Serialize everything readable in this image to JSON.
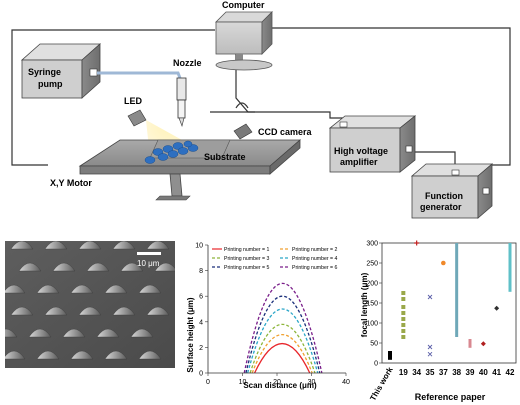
{
  "setup": {
    "computer": "Computer",
    "syringe_pump": [
      "Syringe",
      "pump"
    ],
    "nozzle": "Nozzle",
    "led": "LED",
    "ccd_camera": "CCD camera",
    "substrate": "Substrate",
    "xy_motor": "X,Y Motor",
    "hv_amplifier": [
      "High voltage",
      "amplifier"
    ],
    "function_generator": [
      "Function",
      "generator"
    ]
  },
  "sem": {
    "scale_bar": "10 μm"
  },
  "chart_data": [
    {
      "type": "line",
      "xlabel": "Scan distance (μm)",
      "ylabel": "Surface height (μm)",
      "xlim": [
        0,
        40
      ],
      "ylim": [
        0,
        10
      ],
      "xticks": [
        "0",
        "10",
        "20",
        "30",
        "40"
      ],
      "yticks": [
        "0",
        "2",
        "4",
        "6",
        "8",
        "10"
      ],
      "legend_position": "top",
      "series": [
        {
          "name": "Printing number = 1",
          "color": "#e8262b",
          "dash": "solid",
          "x": [
            13.5,
            21.5,
            29.5
          ],
          "peak": 2.3
        },
        {
          "name": "Printing number = 2",
          "color": "#f0a030",
          "dash": "dash",
          "x": [
            12.8,
            21.5,
            30.2
          ],
          "peak": 3.0
        },
        {
          "name": "Printing number = 3",
          "color": "#8db53a",
          "dash": "dash",
          "x": [
            12.2,
            21.5,
            31.0
          ],
          "peak": 3.8
        },
        {
          "name": "Printing number = 4",
          "color": "#2aa6c8",
          "dash": "dash",
          "x": [
            11.5,
            21.5,
            31.8
          ],
          "peak": 5.0
        },
        {
          "name": "Printing number = 5",
          "color": "#1a2f7a",
          "dash": "dash",
          "x": [
            11.0,
            21.5,
            32.4
          ],
          "peak": 6.0
        },
        {
          "name": "Printing number = 6",
          "color": "#7a1f8a",
          "dash": "dash",
          "x": [
            10.5,
            21.5,
            33.0
          ],
          "peak": 7.0
        }
      ]
    },
    {
      "type": "scatter",
      "xlabel": "Reference paper",
      "ylabel": "focal length (μm)",
      "ylim": [
        0,
        300
      ],
      "yticks": [
        "0",
        "50",
        "100",
        "150",
        "200",
        "250",
        "300"
      ],
      "categories": [
        "This work",
        "19",
        "34",
        "35",
        "37",
        "38",
        "39",
        "40",
        "41",
        "42"
      ],
      "points": [
        {
          "cat": 0,
          "marker": "square",
          "color": "#000000",
          "ys": [
            13,
            16,
            19,
            22,
            25
          ]
        },
        {
          "cat": 1,
          "marker": "square",
          "color": "#9aa84a",
          "ys": [
            65,
            80,
            95,
            110,
            125,
            140,
            160,
            175
          ]
        },
        {
          "cat": 2,
          "marker": "star",
          "color": "#c02020",
          "ys": [
            300
          ]
        },
        {
          "cat": 3,
          "marker": "x",
          "color": "#5b5fa8",
          "ys": [
            22,
            40,
            165
          ]
        },
        {
          "cat": 4,
          "marker": "circle",
          "color": "#f0892a",
          "ys": [
            250
          ]
        },
        {
          "cat": 5,
          "marker": "bar",
          "color": "#6fa8b8",
          "range": [
            65,
            300
          ]
        },
        {
          "cat": 6,
          "marker": "bar",
          "color": "#d88890",
          "range": [
            38,
            60
          ]
        },
        {
          "cat": 7,
          "marker": "diamond",
          "color": "#b02020",
          "ys": [
            48
          ]
        },
        {
          "cat": 8,
          "marker": "diamond",
          "color": "#303030",
          "ys": [
            137
          ]
        },
        {
          "cat": 9,
          "marker": "bar",
          "color": "#5fc0c8",
          "range": [
            178,
            300
          ]
        }
      ]
    }
  ]
}
